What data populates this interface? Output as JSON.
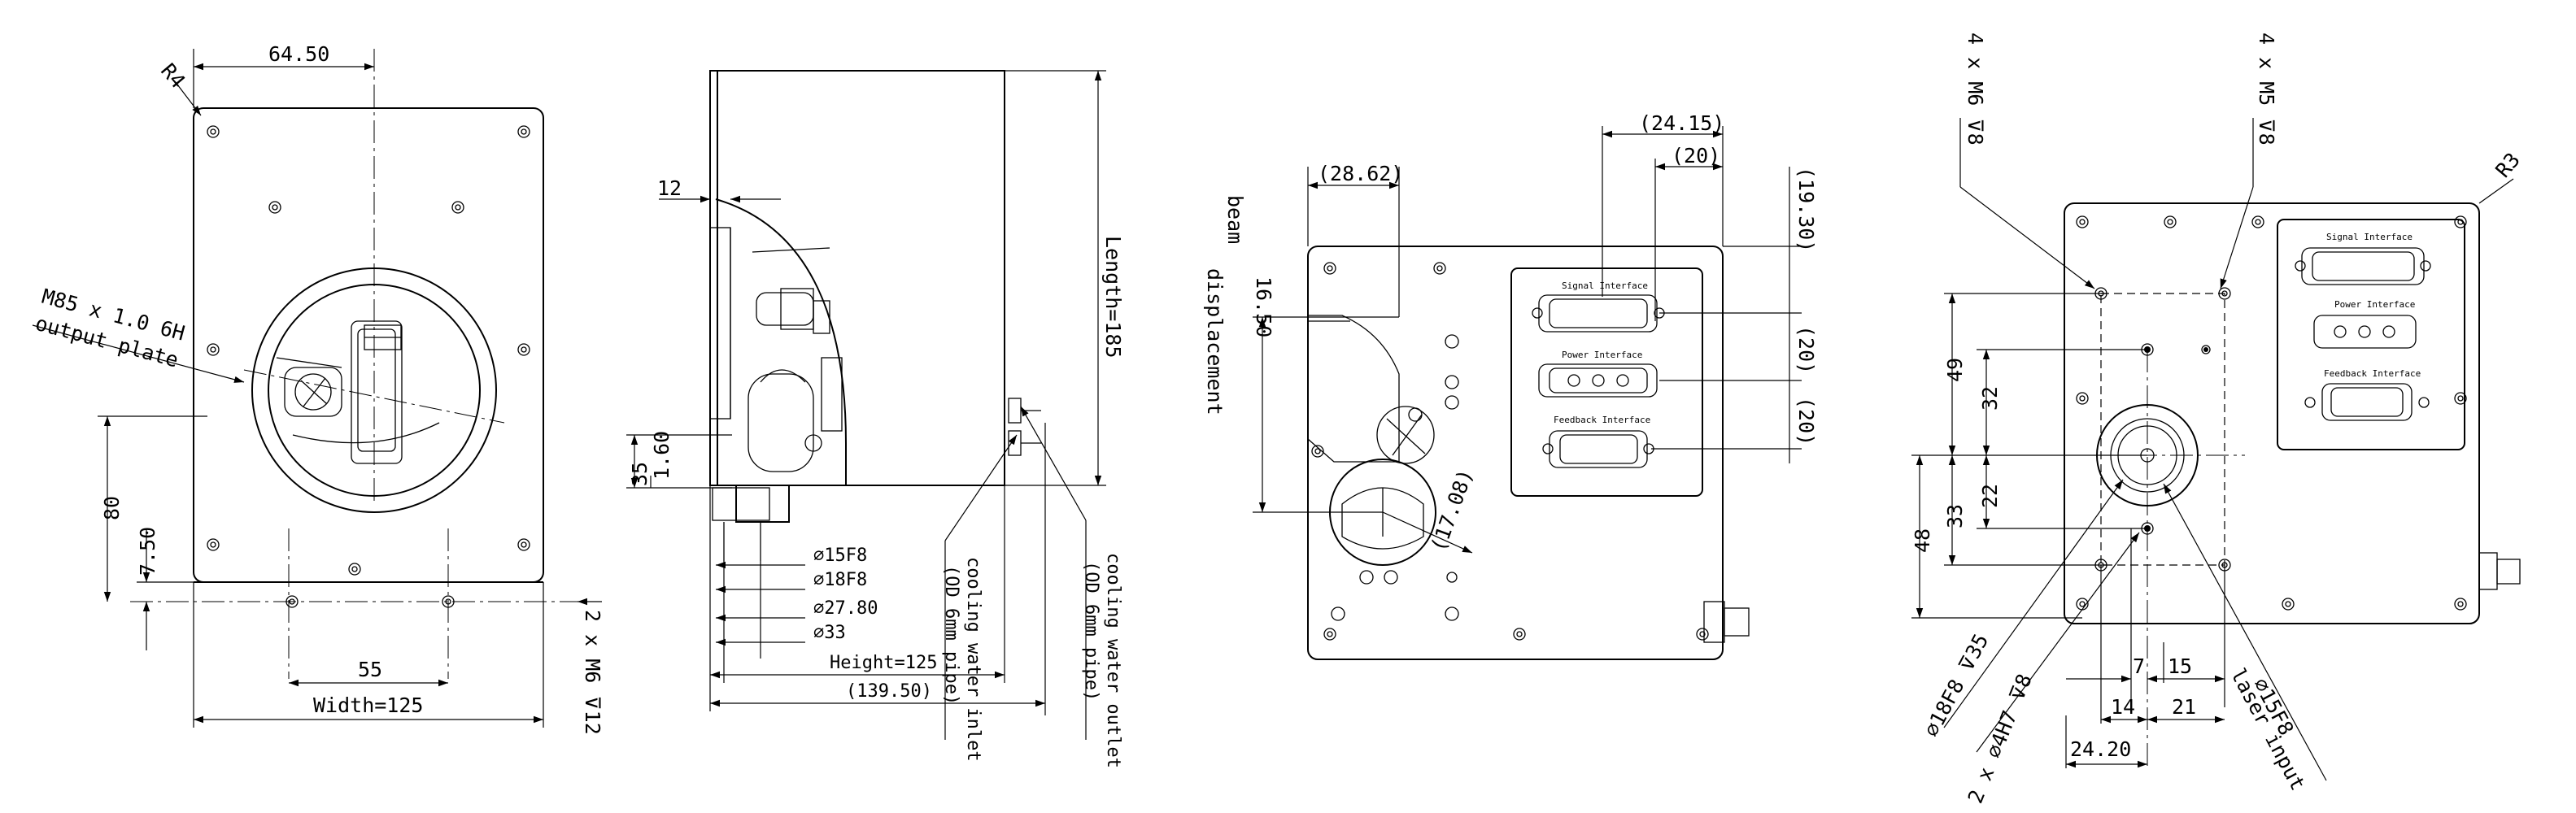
{
  "views": {
    "front": {
      "r4": "R4",
      "d_64_50": "64.50",
      "thread": "M85 x 1.0 6H",
      "output_plate": "output plate",
      "d_80": "80",
      "d_7_50": "7.50",
      "d_55": "55",
      "width": "Width=125",
      "m6_holes": "2 x M6 ⊽12"
    },
    "side": {
      "d_12": "12",
      "d_1_60": "1.60",
      "d_35": "35",
      "length": "Length=185",
      "phi_15": "⌀15F8",
      "phi_18": "⌀18F8",
      "phi_27": "⌀27.80",
      "phi_33": "⌀33",
      "height": "Height=125",
      "d_139": "(139.50)",
      "inlet_1": "cooling water inlet",
      "inlet_2": "(OD 6mm pipe)",
      "outlet_1": "cooling water outlet",
      "outlet_2": "(OD 6mm pipe)"
    },
    "back": {
      "d_28_62": "(28.62)",
      "beam_1": "beam",
      "beam_2": "displacement",
      "d_16_50": "16.50",
      "d_17_08": "(17.08)",
      "d_24_15": "(24.15)",
      "d_20_top": "(20)",
      "d_19_30": "(19.30)",
      "d_20_a": "(20)",
      "d_20_b": "(20)",
      "signal": "Signal Interface",
      "power": "Power Interface",
      "feedback": "Feedback Interface"
    },
    "bottom": {
      "m6": "4 x M6 ⊽8",
      "m5": "4 x M5 ⊽8",
      "r3": "R3",
      "d_49": "49",
      "d_32": "32",
      "d_48": "48",
      "d_33": "33",
      "d_22": "22",
      "d_7": "7",
      "d_15": "15",
      "d_14": "14",
      "d_21": "21",
      "d_24_20": "24.20",
      "phi18": "⌀18F8 ⊽35",
      "phi4": "2 x ⌀4H7 ⊽8",
      "phi15": "⌀15F8",
      "laser": "laser input",
      "signal": "Signal Interface",
      "power": "Power Interface",
      "feedback": "Feedback Interface"
    }
  }
}
